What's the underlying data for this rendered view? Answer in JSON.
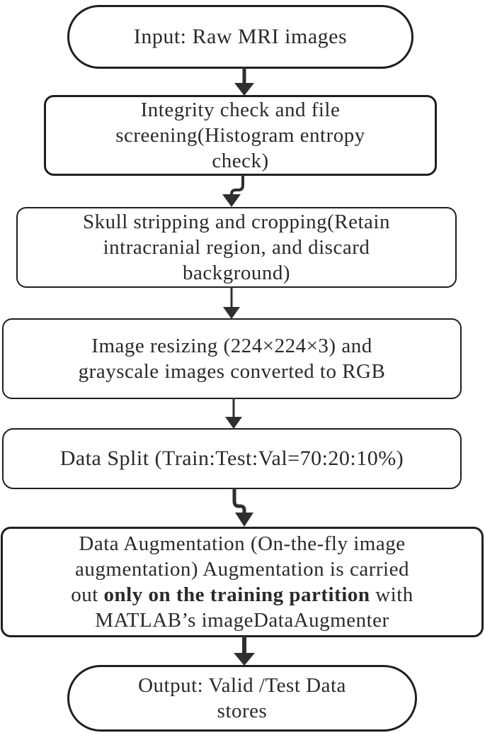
{
  "figure": {
    "type": "flowchart",
    "colors": {
      "background": "#ffffff",
      "border": "#1f1f1f",
      "text": "#2a2a2a",
      "arrow": "#2f2f2f"
    },
    "nodes": [
      {
        "id": "input",
        "shape": "terminator",
        "lines": [
          "Input: Raw MRI images"
        ]
      },
      {
        "id": "integrity-check",
        "shape": "process",
        "lines": [
          "Integrity check and file",
          "screening(Histogram entropy",
          "check)"
        ]
      },
      {
        "id": "skull-stripping",
        "shape": "process",
        "lines": [
          "Skull stripping and cropping(Retain",
          "intracranial region, and discard",
          "background)"
        ]
      },
      {
        "id": "image-resizing",
        "shape": "process",
        "lines": [
          "Image resizing (224×224×3) and",
          "grayscale images converted to RGB"
        ]
      },
      {
        "id": "data-split",
        "shape": "process",
        "lines": [
          "Data Split (Train:Test:Val=70:20:10%)"
        ]
      },
      {
        "id": "data-augmentation",
        "shape": "process",
        "lines": [
          "Data Augmentation (On-the-fly image",
          "augmentation) Augmentation is carried"
        ],
        "emphasis_line": {
          "before": "out ",
          "bold": "only on the training partition",
          "after": " with"
        },
        "last_line": "MATLAB’s imageDataAugmenter"
      },
      {
        "id": "output",
        "shape": "terminator",
        "lines": [
          "Output: Valid /Test Data",
          "stores"
        ]
      }
    ],
    "edges": [
      {
        "from": "input",
        "to": "integrity-check"
      },
      {
        "from": "integrity-check",
        "to": "skull-stripping"
      },
      {
        "from": "skull-stripping",
        "to": "image-resizing"
      },
      {
        "from": "image-resizing",
        "to": "data-split"
      },
      {
        "from": "data-split",
        "to": "data-augmentation"
      },
      {
        "from": "data-augmentation",
        "to": "output"
      }
    ]
  }
}
